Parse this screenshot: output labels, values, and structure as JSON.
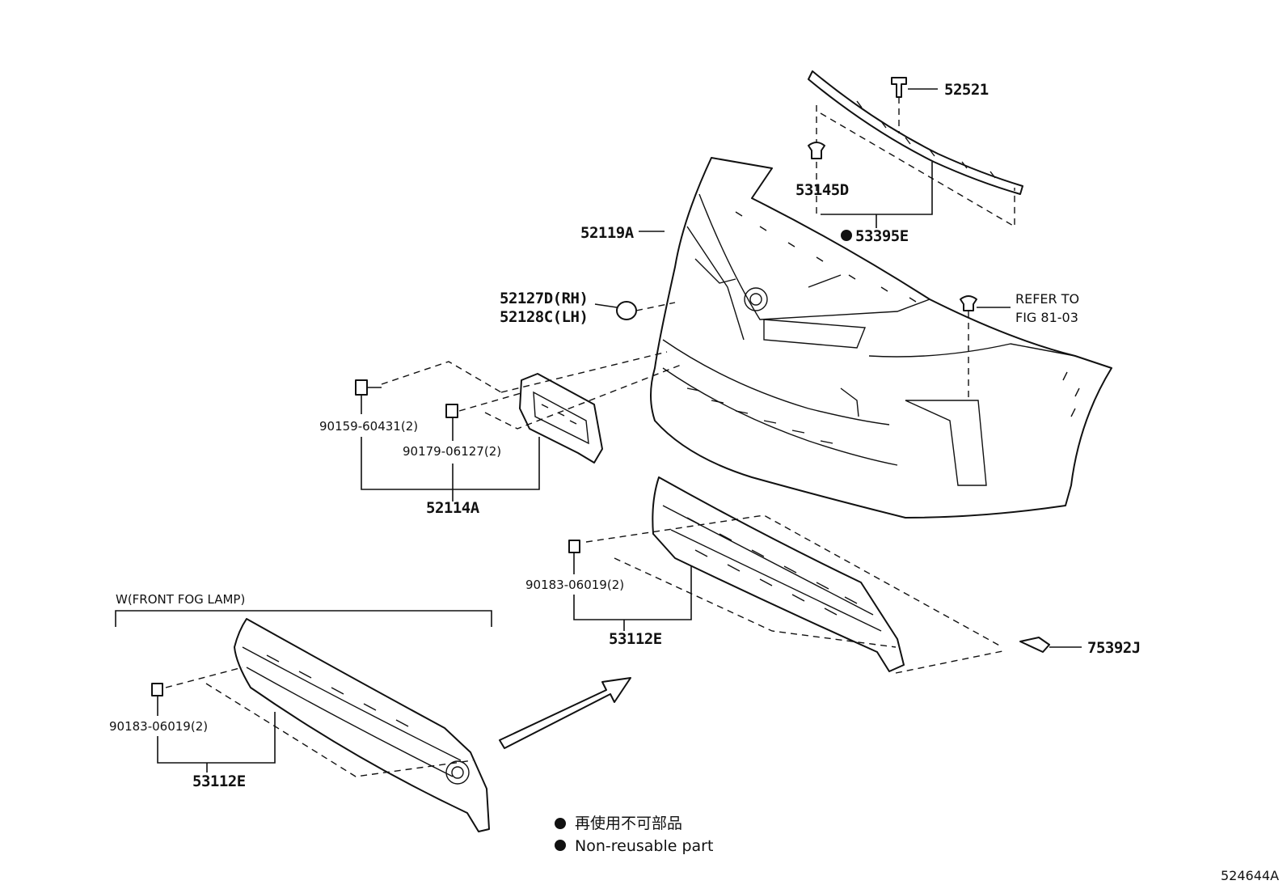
{
  "diagram": {
    "figure_id": "524644A",
    "labels": {
      "p52521": "52521",
      "p53145D": "53145D",
      "p53395E": "53395E",
      "p52119A": "52119A",
      "p52127D": "52127D(RH)",
      "p52128C": "52128C(LH)",
      "refer_line1": "REFER TO",
      "refer_line2": "FIG 81-03",
      "p90159": "90159-60431(2)",
      "p90179": "90179-06127(2)",
      "p52114A": "52114A",
      "p90183_upper": "90183-06019(2)",
      "p53112E_upper": "53112E",
      "p75392J": "75392J",
      "variant": "W(FRONT FOG LAMP)",
      "p90183_lower": "90183-06019(2)",
      "p53112E_lower": "53112E"
    },
    "legend": {
      "japanese": "再使用不可部品",
      "english": "Non-reusable part"
    }
  }
}
